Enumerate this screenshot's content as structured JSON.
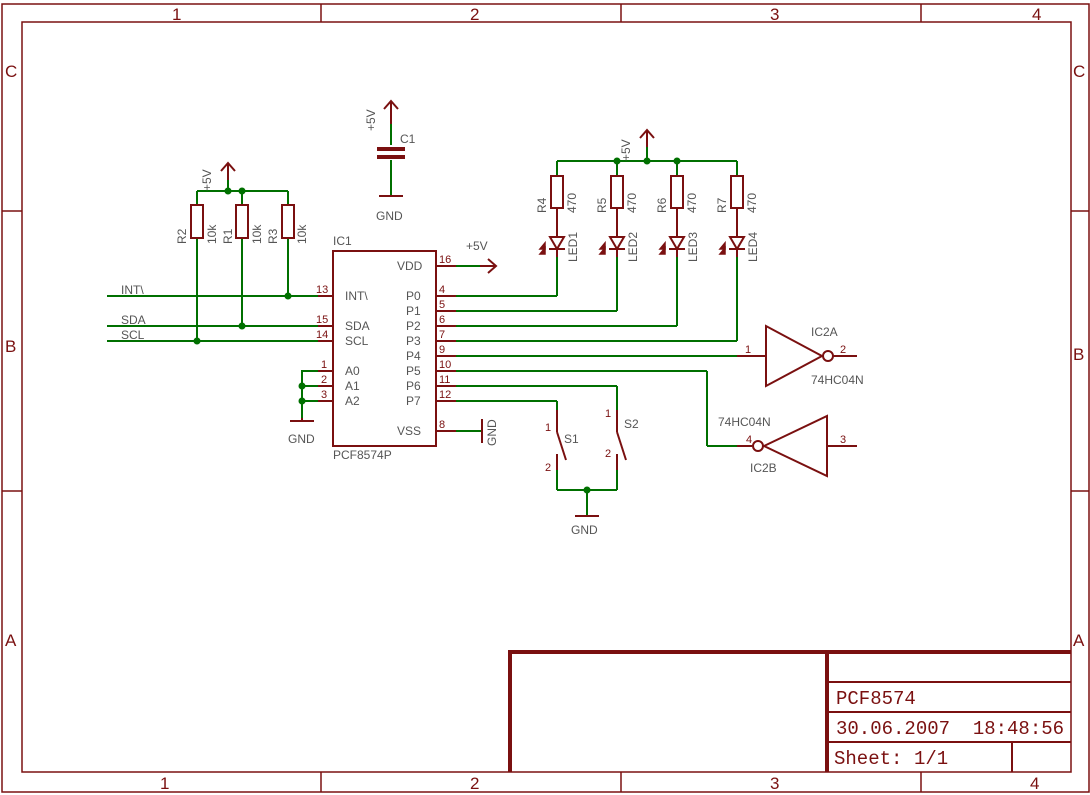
{
  "frame": {
    "columns": [
      "1",
      "2",
      "3",
      "4"
    ],
    "rows": [
      "C",
      "B",
      "A"
    ]
  },
  "title_block": {
    "title": "PCF8574",
    "datetime": "30.06.2007  18:48:56",
    "sheet_label": "Sheet:",
    "sheet_value": "1/1"
  },
  "signals": [
    "INT\\",
    "SDA",
    "SCL"
  ],
  "power": {
    "vcc": "+5V",
    "gnd": "GND"
  },
  "resistors_pullup": [
    {
      "name": "R2",
      "value": "10k"
    },
    {
      "name": "R1",
      "value": "10k"
    },
    {
      "name": "R3",
      "value": "10k"
    }
  ],
  "resistors_led": [
    {
      "name": "R4",
      "value": "470"
    },
    {
      "name": "R5",
      "value": "470"
    },
    {
      "name": "R6",
      "value": "470"
    },
    {
      "name": "R7",
      "value": "470"
    }
  ],
  "leds": [
    "LED1",
    "LED2",
    "LED3",
    "LED4"
  ],
  "capacitor": "C1",
  "ic1": {
    "name": "IC1",
    "part": "PCF8574P",
    "left_pins": [
      {
        "num": "13",
        "name": "INT\\"
      },
      {
        "num": "15",
        "name": "SDA"
      },
      {
        "num": "14",
        "name": "SCL"
      },
      {
        "num": "1",
        "name": "A0"
      },
      {
        "num": "2",
        "name": "A1"
      },
      {
        "num": "3",
        "name": "A2"
      }
    ],
    "right_pins": [
      {
        "num": "16",
        "name": "VDD"
      },
      {
        "num": "4",
        "name": "P0"
      },
      {
        "num": "5",
        "name": "P1"
      },
      {
        "num": "6",
        "name": "P2"
      },
      {
        "num": "7",
        "name": "P3"
      },
      {
        "num": "9",
        "name": "P4"
      },
      {
        "num": "10",
        "name": "P5"
      },
      {
        "num": "11",
        "name": "P6"
      },
      {
        "num": "12",
        "name": "P7"
      },
      {
        "num": "8",
        "name": "VSS"
      }
    ]
  },
  "inverters": [
    {
      "name": "IC2A",
      "part": "74HC04N",
      "in_pin": "1",
      "out_pin": "2"
    },
    {
      "name": "IC2B",
      "part": "74HC04N",
      "in_pin": "4",
      "out_pin": "3"
    }
  ],
  "switches": [
    {
      "name": "S1",
      "pin1": "1",
      "pin2": "2"
    },
    {
      "name": "S2",
      "pin1": "1",
      "pin2": "2"
    }
  ]
}
